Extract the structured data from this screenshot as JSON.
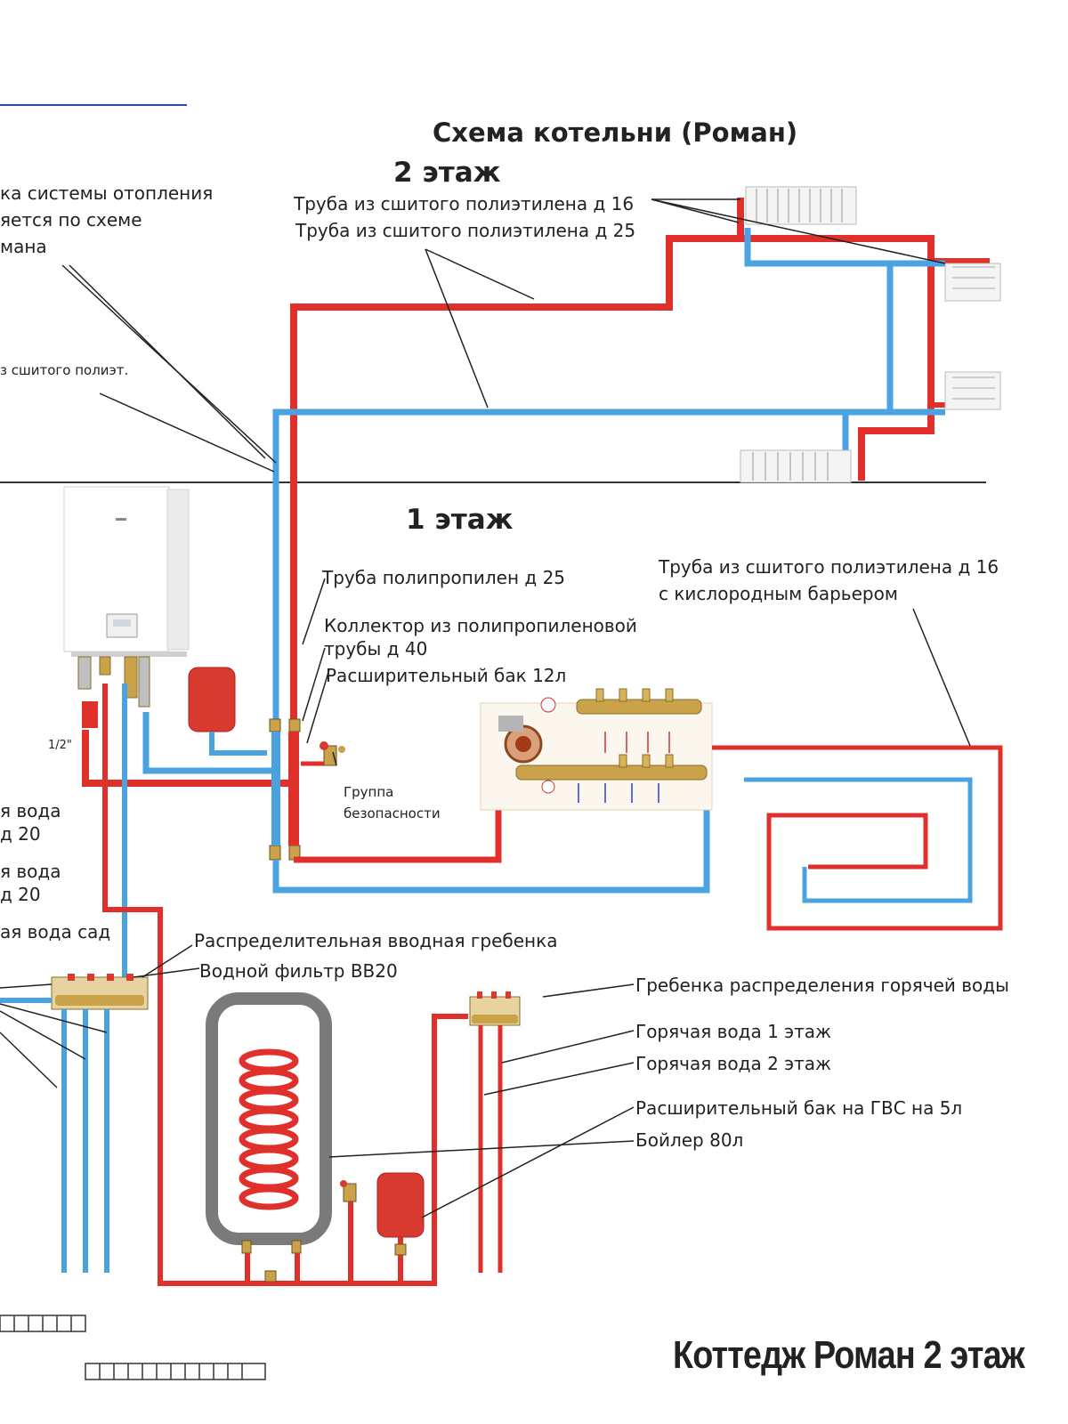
{
  "title": "Схема котельни (Роман)",
  "floor2_label": "2 этаж",
  "floor1_label": "1 этаж",
  "footer": "Коттедж Роман 2 этаж",
  "left_note": {
    "line1": "ка системы отопления",
    "line2": "яется по схеме",
    "line3": "мана"
  },
  "left_pex": "з сшитого полиэт.",
  "pex16_label": "Труба из сшитого полиэтилена д 16",
  "pex25_label": "Труба из сшитого полиэтилена д 25",
  "pp25_label": "Труба полипропилен д 25",
  "collector_label": {
    "line1": "Коллектор из полипропиленовой",
    "line2": "трубы д 40"
  },
  "expansion12_label": "Расширительный бак 12л",
  "safety_group_label": {
    "line1": "Группа",
    "line2": "безопасности"
  },
  "floor_pex_label": {
    "line1": "Труба из сшитого полиэтилена д 16",
    "line2": "с кислородным барьером"
  },
  "left_water": {
    "a1": "я вода",
    "a2": "д 20",
    "b1": "я вода",
    "b2": "д 20",
    "c": "ая вода сад"
  },
  "input_manifold_label": "Распределительная вводная гребенка",
  "filter_label": "Водной фильтр ВВ20",
  "hot_manifold_label": "Гребенка распределения горячей воды",
  "hot1_label": "Горячая вода 1 этаж",
  "hot2_label": "Горячая вода 2 этаж",
  "dhw_tank_label": "Расширительный бак на ГВС на 5л",
  "boiler_label": "Бойлер 80л",
  "fitting_label": "1/2\"",
  "colors": {
    "supply": "#e0302b",
    "return": "#4aa3e0",
    "tank": "#d93a30",
    "boiler_shell": "#7a7a7a",
    "brass": "#c9a24a"
  }
}
